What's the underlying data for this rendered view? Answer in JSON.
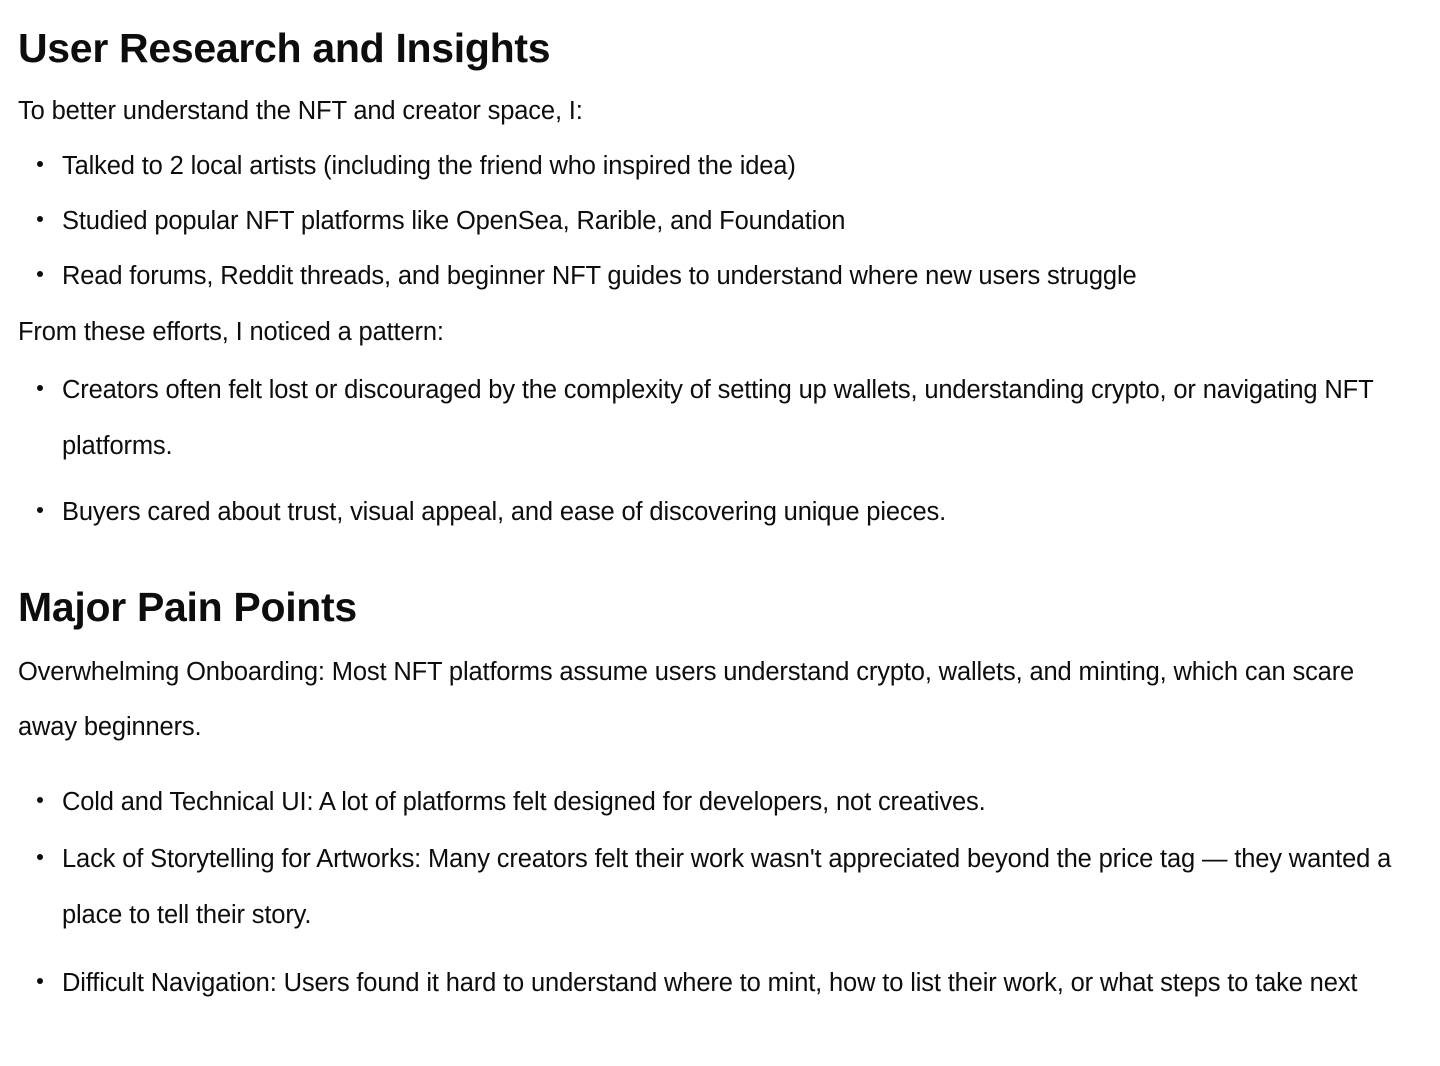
{
  "document": {
    "sections": [
      {
        "heading": "User Research and Insights",
        "intro": "To better understand the NFT and creator space, I:",
        "bullets": [
          "Talked to 2 local artists (including the friend who inspired the idea)",
          "Studied popular NFT platforms like OpenSea, Rarible, and Foundation",
          "Read forums, Reddit threads, and beginner NFT guides to understand where new users struggle"
        ],
        "subintro": "From these efforts, I noticed a pattern:",
        "bullets2": [
          "Creators often felt lost or discouraged by the complexity of setting up wallets, understanding crypto, or navigating NFT platforms.",
          "Buyers cared about trust, visual appeal, and ease of discovering unique pieces."
        ]
      },
      {
        "heading": "Major Pain Points",
        "paragraph": "Overwhelming Onboarding: Most NFT platforms assume users understand crypto, wallets, and minting, which can scare away beginners.",
        "bullets": [
          "Cold and Technical UI: A lot of platforms felt designed for developers, not creatives.",
          "Lack of Storytelling for Artworks: Many creators felt their work wasn't appreciated beyond the price tag — they wanted a place to tell their story.",
          "Difficult Navigation: Users found it hard to understand where to mint, how to list their work, or what steps to take next"
        ]
      }
    ]
  },
  "colors": {
    "text": "#0d0d0d",
    "background": "#ffffff"
  }
}
